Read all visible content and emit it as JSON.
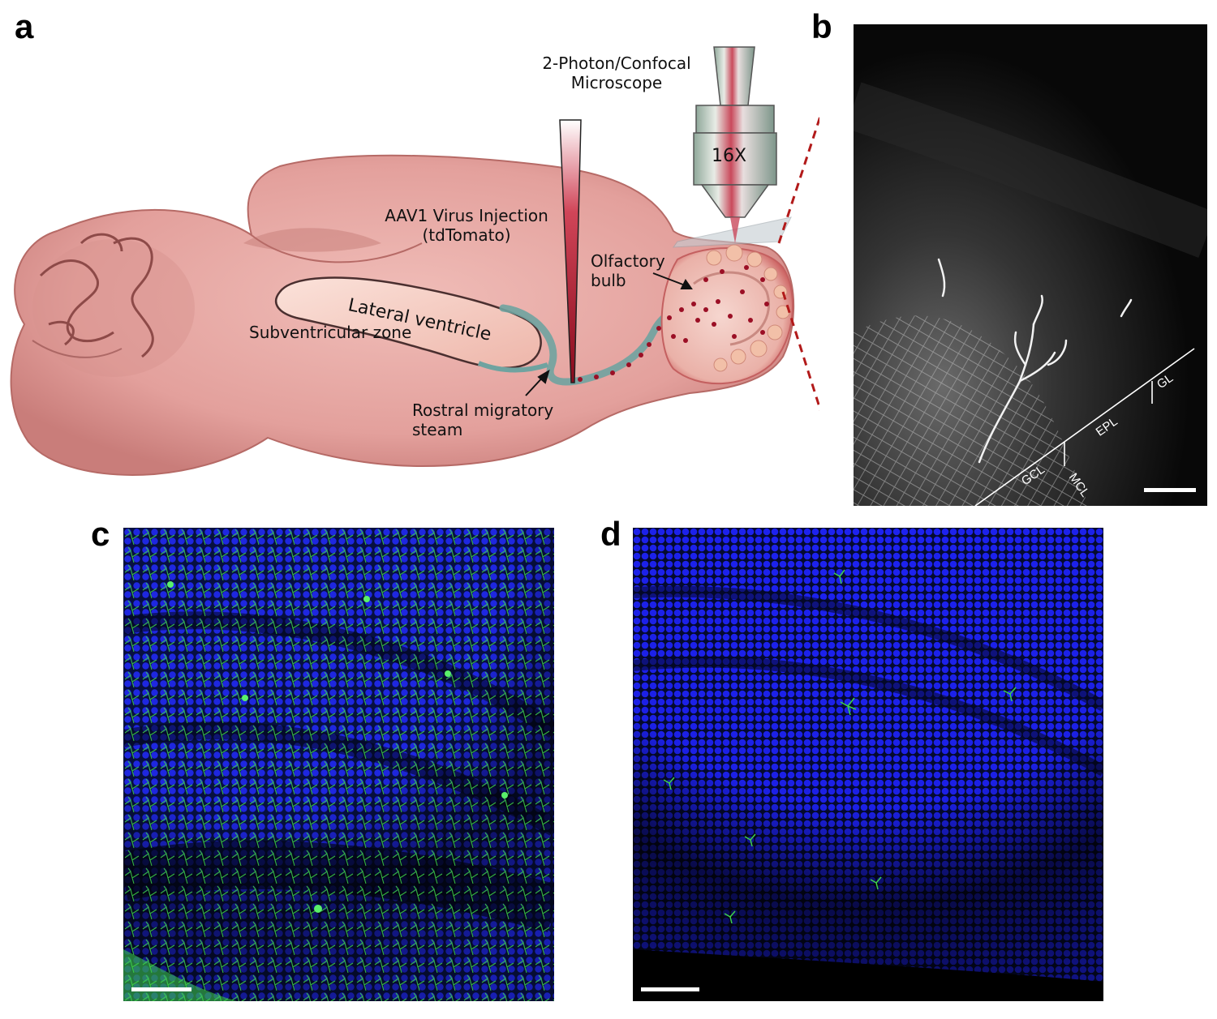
{
  "panels": {
    "a": {
      "letter": "a",
      "microscope_label_line1": "2-Photon/Confocal",
      "microscope_label_line2": "Microscope",
      "objective_label": "16X",
      "injection_line1": "AAV1 Virus Injection",
      "injection_line2": "(tdTomato)",
      "olfactory_line1": "Olfactory",
      "olfactory_line2": "bulb",
      "lateral_ventricle": "Lateral ventricle",
      "subventricular_zone": "Subventricular zone",
      "rms_line1": "Rostral migratory",
      "rms_line2": "steam"
    },
    "b": {
      "letter": "b",
      "layers": [
        "GCL",
        "MCL",
        "EPL",
        "GL"
      ]
    },
    "c": {
      "letter": "c"
    },
    "d": {
      "letter": "d"
    }
  },
  "colors": {
    "brain_fill": "#e8a8a4",
    "brain_edge": "#b86a68",
    "ventricle_fill": "#f7d2c8",
    "injection_red": "#9b0f25",
    "dashed_red": "#b21a1a",
    "nuclei_blue": "#1a22d8",
    "cells_green": "#3ed34a"
  }
}
